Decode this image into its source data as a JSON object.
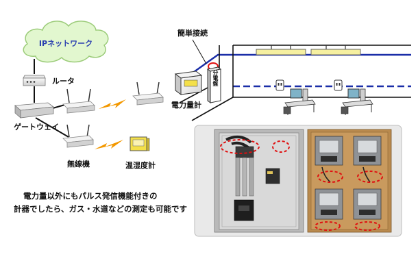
{
  "labels": {
    "network": "IPネットワーク",
    "router": "ルータ",
    "gateway": "ゲートウェイ",
    "wireless": "無線機",
    "thermo_hygrometer": "温湿度計",
    "power_meter": "電力量計",
    "easy_connection": "簡単接続",
    "distribution_panel": "分電盤"
  },
  "caption": {
    "line1": "電力量以外にもパルス発信機能付きの",
    "line2": "計器でしたら、ガス・水道などの測定も可能です"
  },
  "colors": {
    "wiring_blue": "#1a2ea8",
    "cloud_fill": "#e2f7cf",
    "cloud_stroke": "#9ccc7a",
    "signal_orange": "#f39800",
    "callout_red": "#e01010",
    "photo_bg": "#e9e9e9"
  }
}
